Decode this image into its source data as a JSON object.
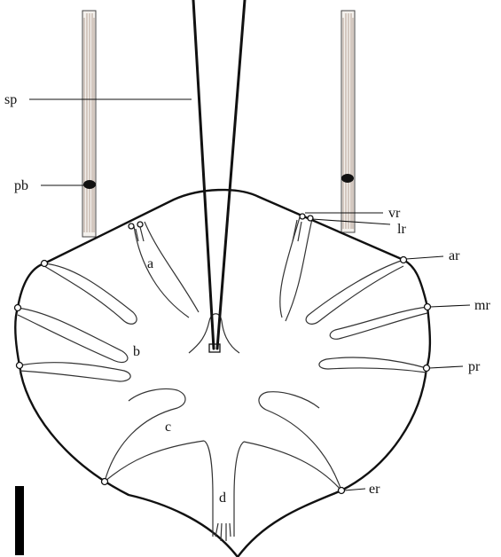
{
  "labels": {
    "sp": "sp",
    "pb": "pb",
    "vr": "vr",
    "lr": "lr",
    "ar": "ar",
    "mr": "mr",
    "pr": "pr",
    "er": "er",
    "a": "a",
    "b": "b",
    "c": "c",
    "d": "d"
  },
  "colors": {
    "outline": "#111111",
    "scale_bar": "#000000",
    "background": "#ffffff"
  }
}
